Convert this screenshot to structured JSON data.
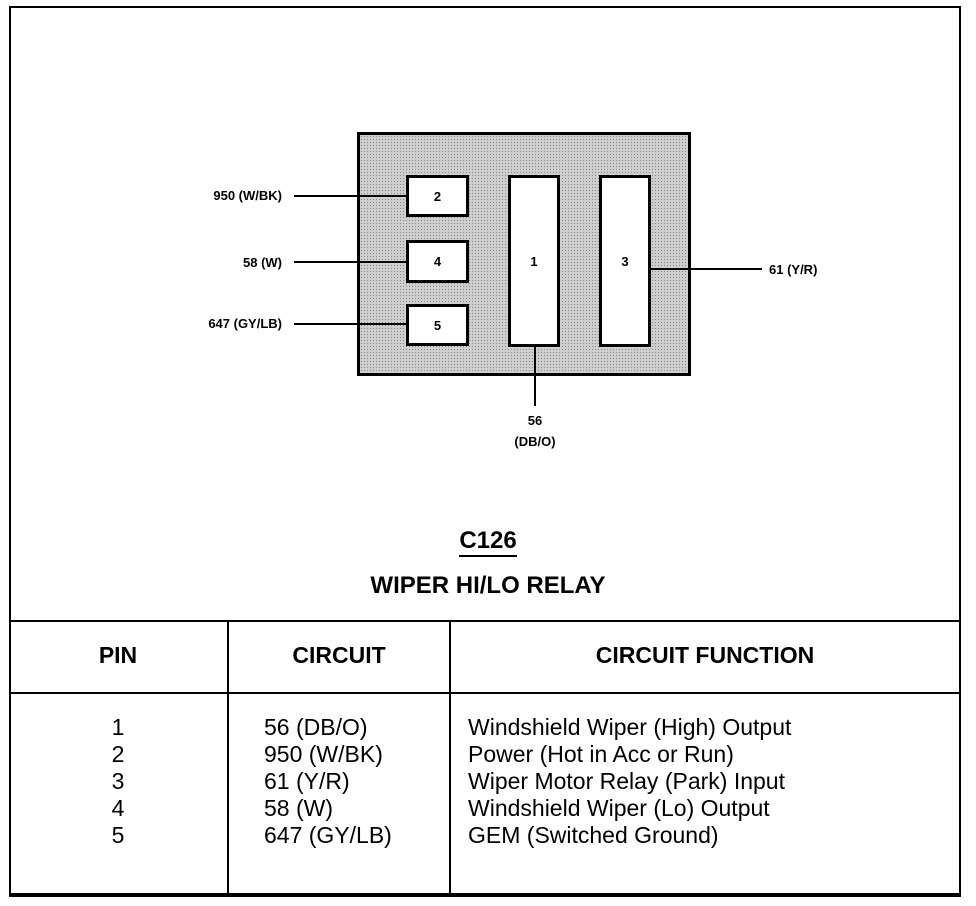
{
  "diagram": {
    "pins": [
      {
        "number": "2"
      },
      {
        "number": "4"
      },
      {
        "number": "5"
      },
      {
        "number": "1"
      },
      {
        "number": "3"
      }
    ],
    "wires": {
      "pin2": "950 (W/BK)",
      "pin4": "58 (W)",
      "pin5": "647 (GY/LB)",
      "pin3": "61 (Y/R)",
      "pin1_line1": "56",
      "pin1_line2": "(DB/O)"
    },
    "connector_id": "C126",
    "connector_name": "WIPER HI/LO RELAY"
  },
  "table": {
    "headers": {
      "pin": "PIN",
      "circuit": "CIRCUIT",
      "function": "CIRCUIT FUNCTION"
    },
    "rows": [
      {
        "pin": "1",
        "circuit": "56 (DB/O)",
        "function": "Windshield Wiper (High) Output"
      },
      {
        "pin": "2",
        "circuit": "950 (W/BK)",
        "function": "Power (Hot in Acc or Run)"
      },
      {
        "pin": "3",
        "circuit": "61 (Y/R)",
        "function": "Wiper Motor Relay (Park) Input"
      },
      {
        "pin": "4",
        "circuit": "58 (W)",
        "function": "Windshield Wiper (Lo) Output"
      },
      {
        "pin": "5",
        "circuit": "647 (GY/LB)",
        "function": "GEM (Switched Ground)"
      }
    ]
  }
}
